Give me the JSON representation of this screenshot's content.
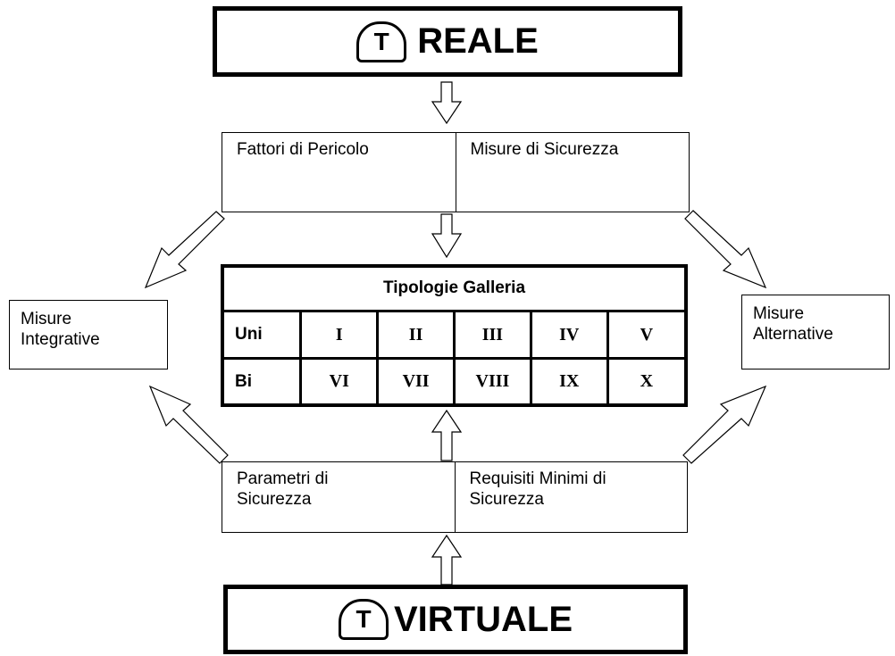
{
  "top": {
    "badge": "T",
    "title": "REALE"
  },
  "upper": {
    "left": "Fattori di Pericolo",
    "right": "Misure di Sicurezza"
  },
  "left_box": {
    "line1": "Misure",
    "line2": "Integrative"
  },
  "right_box": {
    "line1": "Misure",
    "line2": "Alternative"
  },
  "table": {
    "header": "Tipologie Galleria",
    "rows": [
      {
        "label": "Uni",
        "cells": [
          "I",
          "II",
          "III",
          "IV",
          "V"
        ]
      },
      {
        "label": "Bi",
        "cells": [
          "VI",
          "VII",
          "VIII",
          "IX",
          "X"
        ]
      }
    ]
  },
  "lower": {
    "left_line1": "Parametri di",
    "left_line2": "Sicurezza",
    "right_line1": "Requisiti Minimi di",
    "right_line2": "Sicurezza"
  },
  "bottom": {
    "badge": "T",
    "title": "VIRTUALE"
  }
}
